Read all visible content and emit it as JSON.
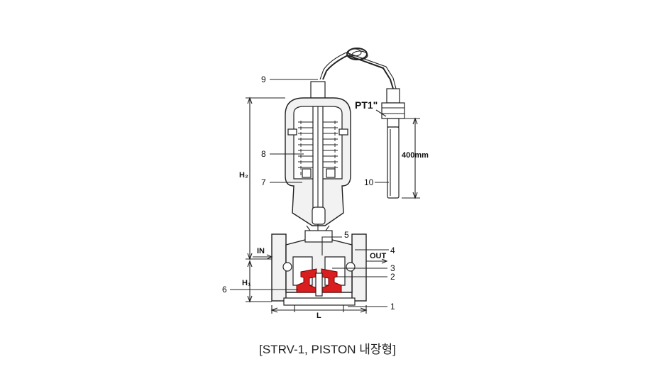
{
  "labels": {
    "n1": "1",
    "n2": "2",
    "n3": "3",
    "n4": "4",
    "n5": "5",
    "n6": "6",
    "n7": "7",
    "n8": "8",
    "n9": "9",
    "n10": "10",
    "pt": "PT1\"",
    "length": "400mm",
    "h2": "H₂",
    "h1": "H₁",
    "l": "L",
    "in": "IN",
    "out": "OUT"
  },
  "caption": "[STRV-1, PISTON 내장형]",
  "colors": {
    "piston": "#d81e1e",
    "line": "#222222"
  }
}
